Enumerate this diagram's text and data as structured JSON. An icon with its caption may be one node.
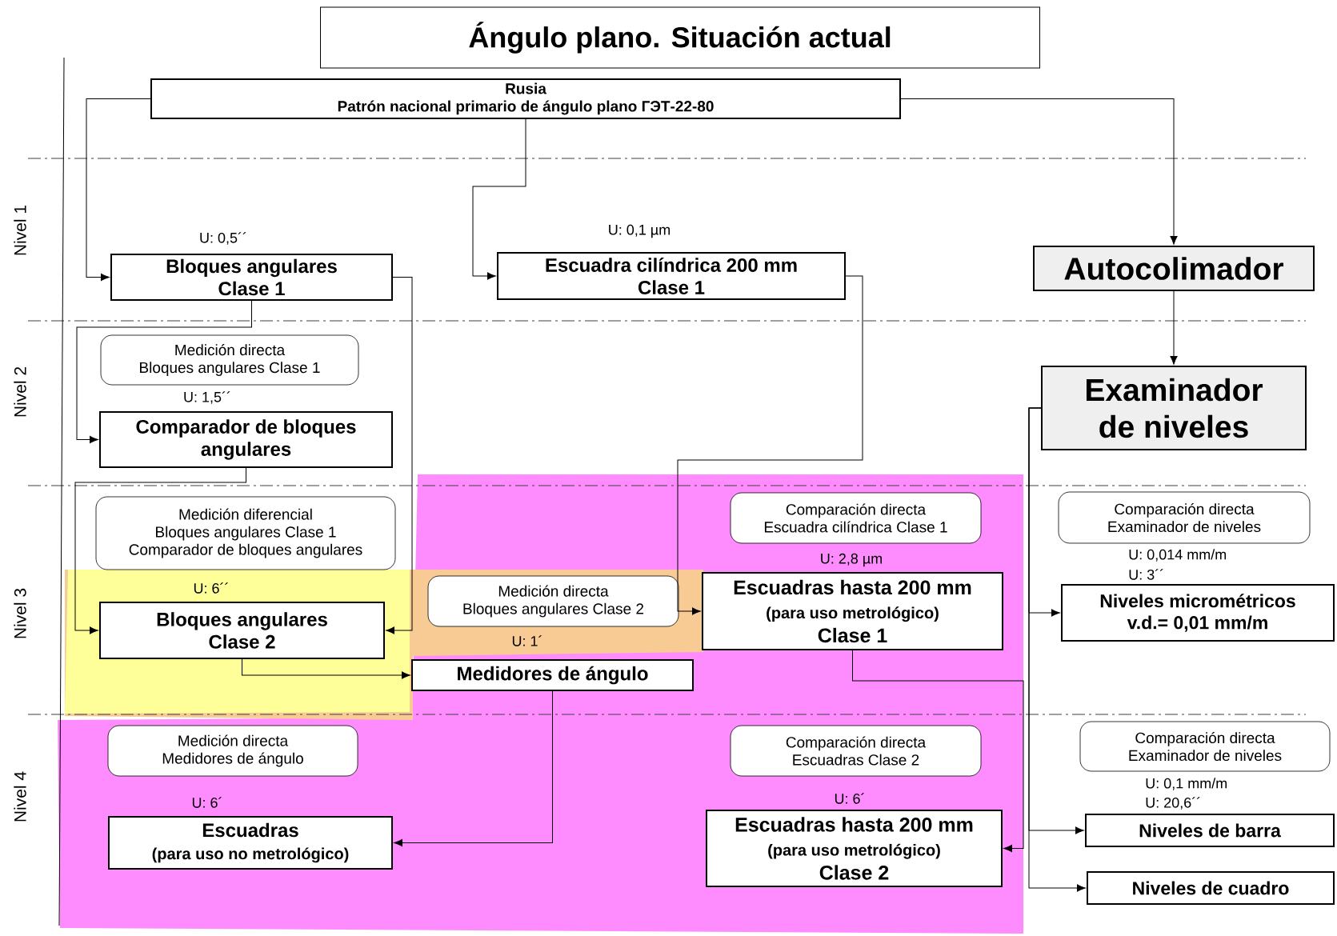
{
  "diagram": {
    "title": "Ángulo plano. Situación actual",
    "nodes": [
      {
        "text": [
          "Rusia",
          "Patrón nacional primario de ángulo plano ГЭТ-22-80"
        ]
      },
      {
        "text": [
          "Bloques angulares Clase 1"
        ],
        "beside": [
          "U: 0,5´´"
        ]
      },
      {
        "text": [
          "Escuadra cilíndrica 200 mm Clase 1"
        ],
        "beside": [
          "U: 0,1 µm"
        ]
      },
      {
        "text": [
          "Autocolimador"
        ]
      },
      {
        "text": [
          "Medición directa",
          "Bloques angulares Clase 1"
        ]
      },
      {
        "text": [
          "Comparador de bloques angulares"
        ],
        "beside": [
          "U: 1,5´´"
        ]
      },
      {
        "text": [
          "Examinador de niveles"
        ]
      },
      {
        "text": [
          "Medición diferencial",
          "Bloques angulares Clase 1",
          "Comparador de bloques angulares"
        ]
      },
      {
        "text": [
          "Comparación directa",
          "Escuadra cilíndrica Clase 1"
        ]
      },
      {
        "text": [
          "Comparación directa",
          "Examinador de niveles"
        ]
      },
      {
        "text": [
          "Medición directa",
          "Bloques angulares Clase 2"
        ]
      },
      {
        "text": [
          "Bloques angulares Clase 2"
        ],
        "beside": [
          "U: 6´´"
        ]
      },
      {
        "text": [
          "Escuadras hasta 200 mm",
          "(para uso metrológico)",
          "Clase 1"
        ],
        "beside": [
          "U: 2,8 µm"
        ]
      },
      {
        "text": [
          "Niveles micrométricos v.d.= 0,01 mm/m"
        ],
        "beside": [
          "U: 0,014 mm/m",
          "U: 3´´"
        ]
      },
      {
        "text": [
          "Medidores de ángulo"
        ],
        "beside": [
          "U: 1´"
        ]
      },
      {
        "text": [
          "Medición directa",
          "Medidores de ángulo"
        ]
      },
      {
        "text": [
          "Comparación directa",
          "Escuadras Clase 2"
        ]
      },
      {
        "text": [
          "Comparación directa",
          "Examinador de niveles"
        ]
      },
      {
        "text": [
          "Escuadras",
          "(para uso no metrológico)"
        ],
        "beside": [
          "U: 6´"
        ]
      },
      {
        "text": [
          "Escuadras hasta 200 mm",
          "(para uso metrológico)",
          "Clase 2"
        ],
        "beside": [
          "U: 6´"
        ]
      },
      {
        "text": [
          "Niveles de barra"
        ],
        "beside": [
          "U: 0,1 mm/m",
          "U: 20,6´´"
        ]
      },
      {
        "text": [
          "Niveles de cuadro"
        ]
      }
    ],
    "edges": [
      {
        "from": 0,
        "to": 1,
        "arrow": "to"
      },
      {
        "from": 0,
        "to": 2,
        "arrow": "to"
      },
      {
        "from": 0,
        "to": 3,
        "arrow": "to"
      },
      {
        "from": 3,
        "to": 6,
        "arrow": "to"
      },
      {
        "from": 1,
        "to": 5,
        "arrow": "to"
      },
      {
        "from": 1,
        "to": 11,
        "arrow": "to"
      },
      {
        "from": 5,
        "to": 11,
        "arrow": "to"
      },
      {
        "from": 11,
        "to": 14,
        "arrow": "to"
      },
      {
        "from": 2,
        "to": 12,
        "arrow": "to"
      },
      {
        "from": 14,
        "to": 18,
        "arrow": "to"
      },
      {
        "from": 12,
        "to": 19,
        "arrow": "to"
      },
      {
        "from": 6,
        "to": 13,
        "arrow": "to"
      },
      {
        "from": 6,
        "to": 20,
        "arrow": "to"
      },
      {
        "from": 6,
        "to": 21,
        "arrow": "to"
      }
    ],
    "labels": [
      "Nivel 1",
      "Nivel 2",
      "Nivel 3",
      "Nivel 4"
    ]
  }
}
